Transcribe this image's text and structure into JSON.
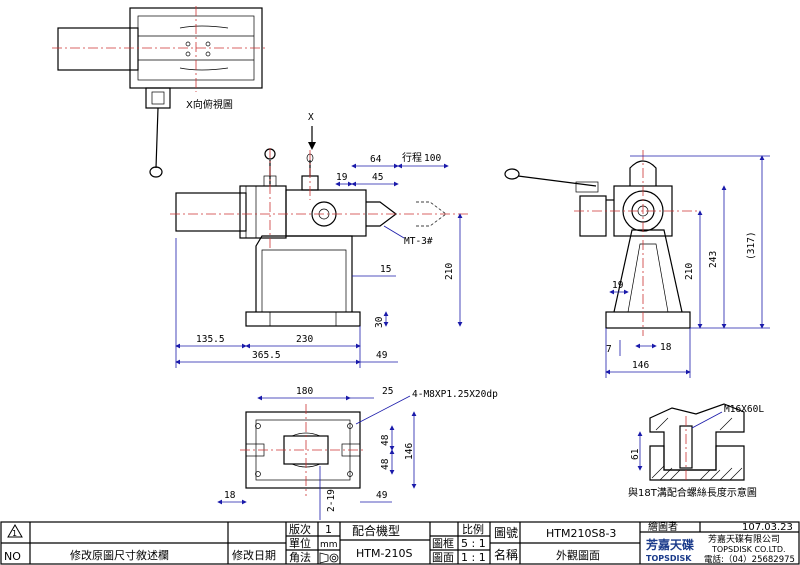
{
  "views": {
    "x_view_label": "X向俯視圖",
    "x_arrow_label": "X"
  },
  "front_view": {
    "travel_label": "行程",
    "dims": {
      "d64": "64",
      "d100": "100",
      "d19": "19",
      "d45": "45",
      "mt": "MT-3#",
      "d15": "15",
      "d210": "210",
      "d30": "30",
      "d135_5": "135.5",
      "d230": "230",
      "d365_5": "365.5",
      "d49": "49"
    }
  },
  "side_view": {
    "dims": {
      "d210": "210",
      "d243": "243",
      "d317": "(317)",
      "d19": "19",
      "d7": "7",
      "d18": "18",
      "d146": "146"
    }
  },
  "bottom_view": {
    "dims": {
      "d180": "180",
      "d25": "25",
      "thread": "4-M8XP1.25X20dp",
      "d48a": "48",
      "d48b": "48",
      "d146": "146",
      "d18": "18",
      "d2_19": "2-19",
      "d49": "49"
    }
  },
  "detail_view": {
    "bolt": "M16X60L",
    "d61": "61",
    "caption": "與18T溝配合螺絲長度示意圖"
  },
  "title_block": {
    "rev_symbol": "1",
    "no_label": "NO",
    "rev_desc": "修改原圖尺寸敘述欄",
    "rev_date_label": "修改日期",
    "version_label": "版次",
    "version_value": "1",
    "unit_label": "單位",
    "unit_value": "mm",
    "projection_label": "角法",
    "model_label": "配合機型",
    "model_value": "HTM-210S",
    "scale_label": "比例",
    "frame_label": "圖框",
    "frame_value": "5 : 1",
    "face_label": "圖面",
    "face_value": "1 : 1",
    "drawing_no_label": "圖號",
    "drawing_no_value": "HTM210S8-3",
    "name_label": "名稱",
    "name_value": "外觀圖面",
    "drafter_label": "繪圖者",
    "date_value": "107.03.23",
    "company_cn": "芳嘉天碟有限公司",
    "company_en": "TOPSDISK CO.LTD.",
    "phone": "電話:（04）25682975",
    "logo_cn": "芳嘉天碟",
    "logo_en": "TOPSDISK"
  }
}
